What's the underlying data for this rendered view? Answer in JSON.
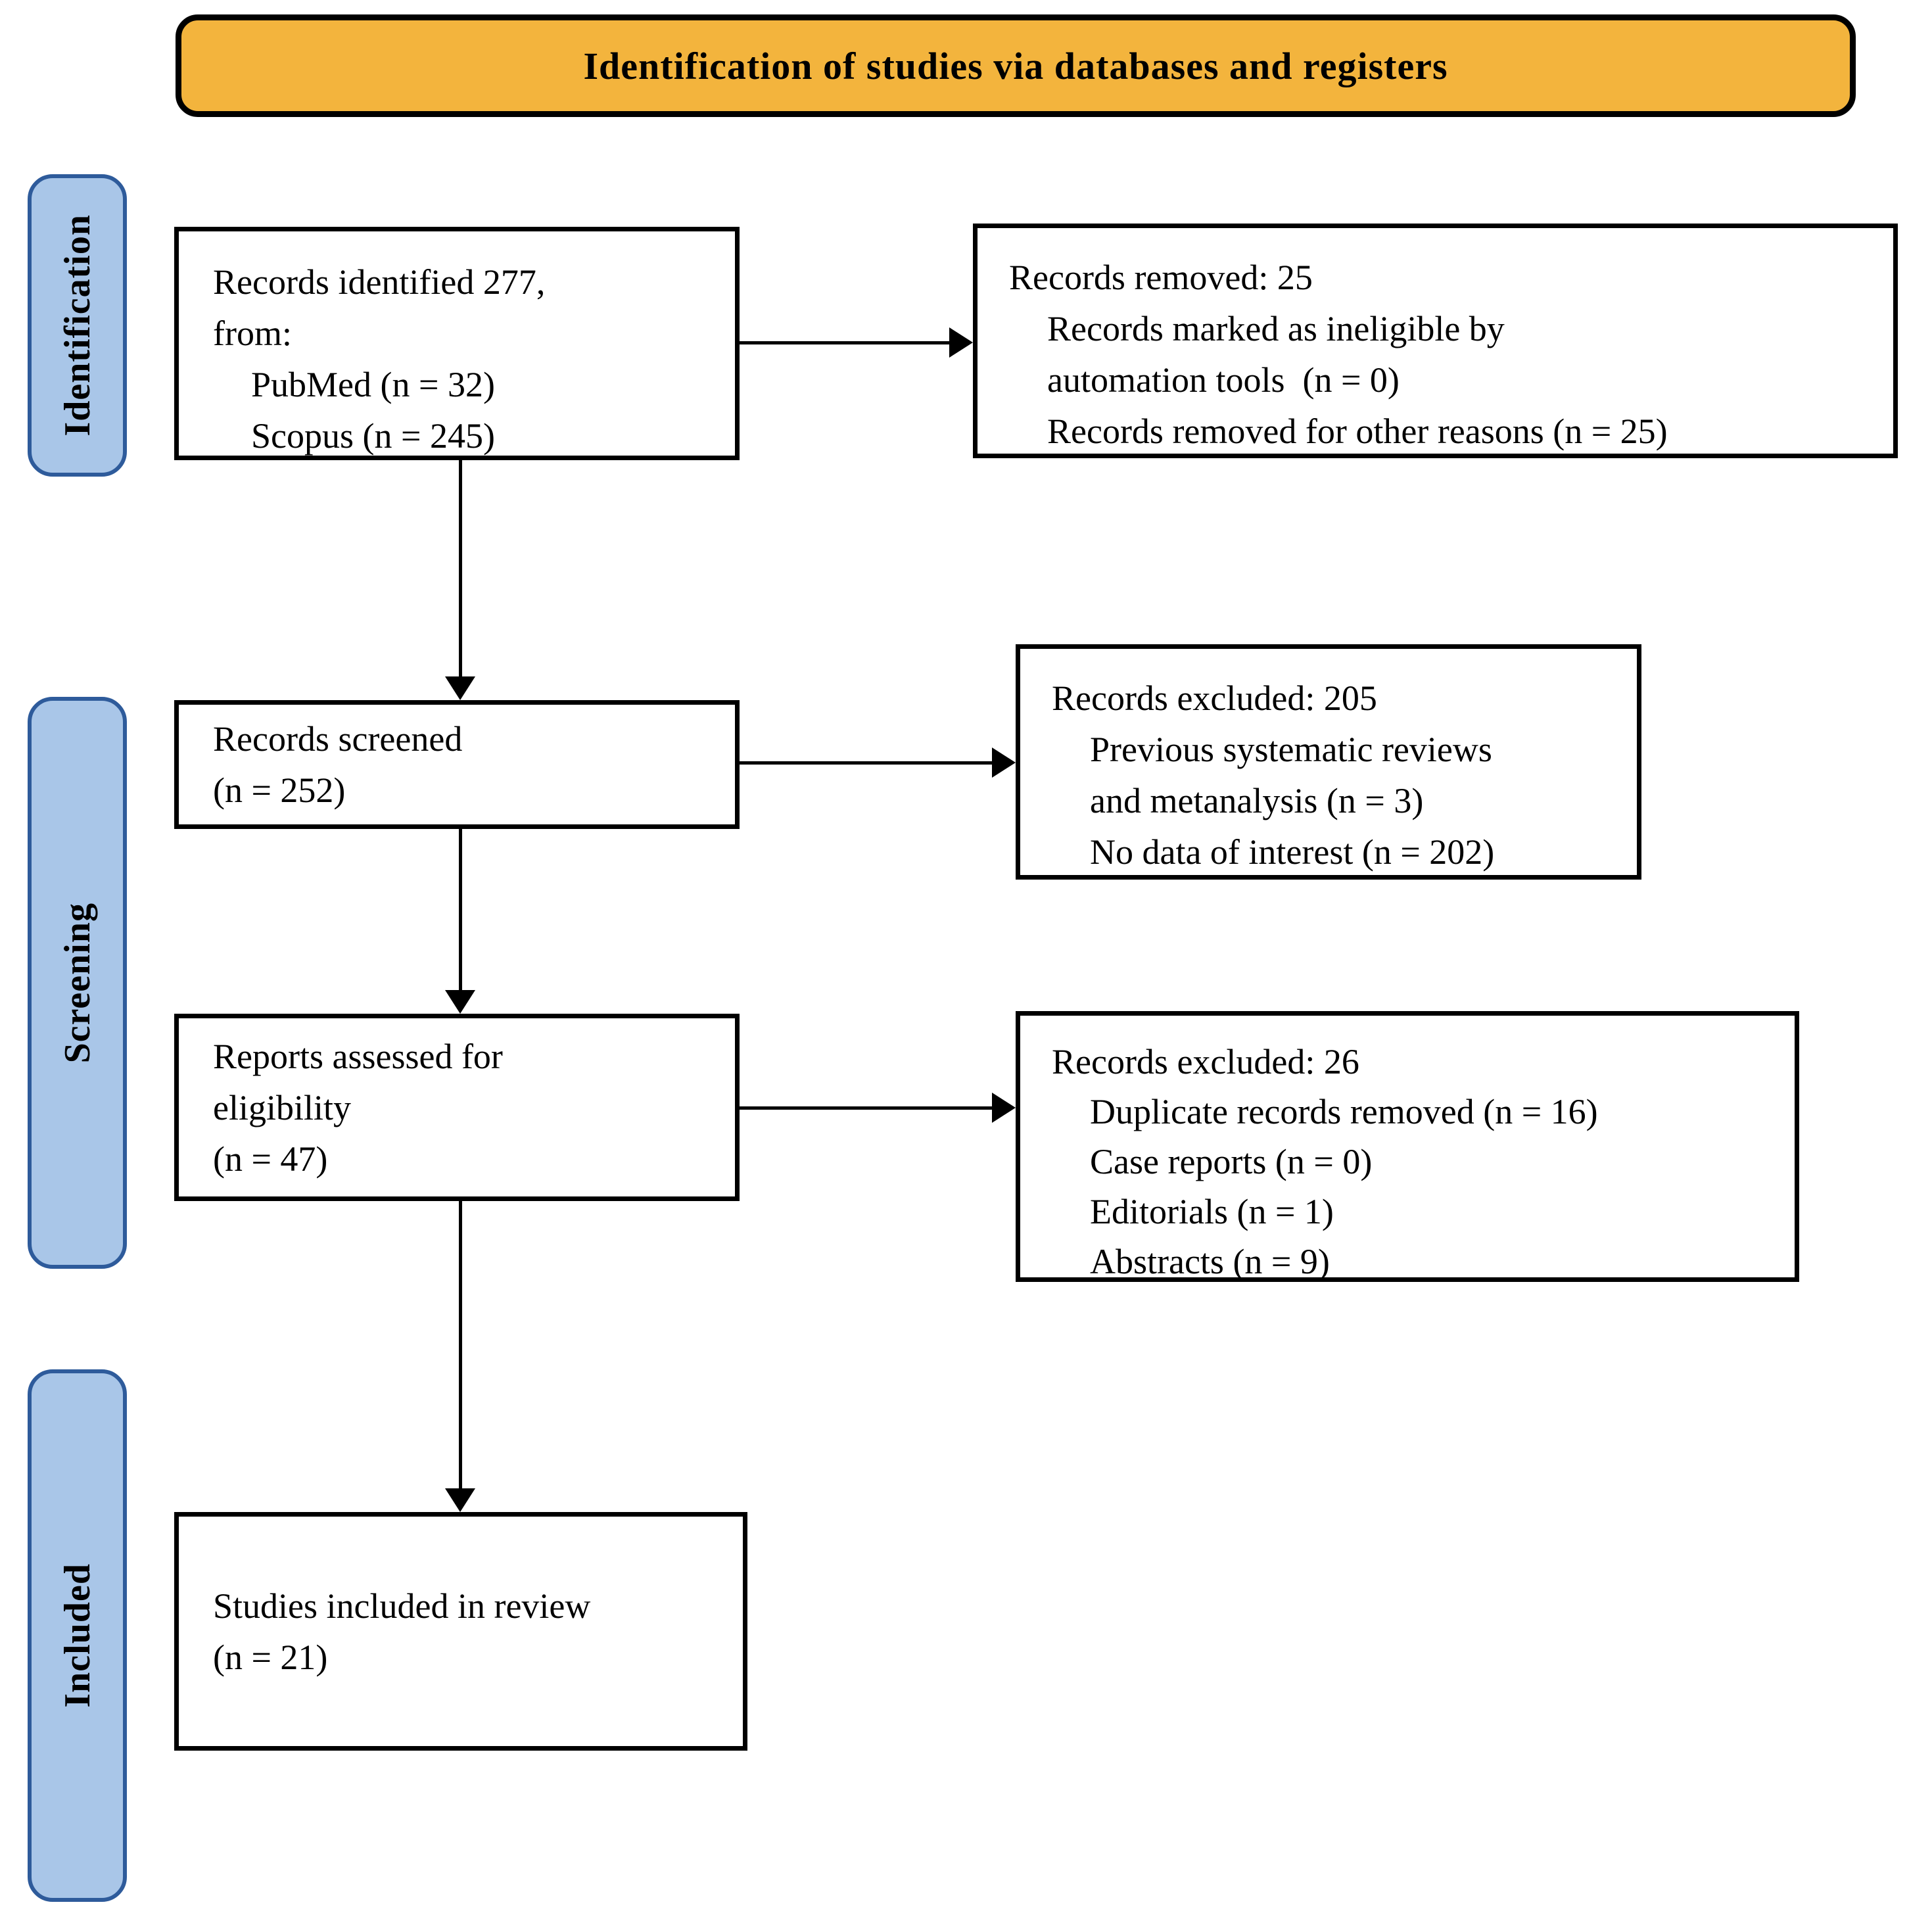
{
  "title_banner": {
    "text": "Identification of studies via databases and registers"
  },
  "sidebar": {
    "identification": "Identification",
    "screening": "Screening",
    "included": "Included"
  },
  "boxes": {
    "records_identified": {
      "lines": [
        "Records identified 277,",
        "from:",
        "PubMed (n = 32)",
        "Scopus (n = 245)"
      ]
    },
    "records_removed": {
      "lines": [
        "Records removed: 25",
        "Records marked as ineligible by",
        "automation tools  (n = 0)",
        "Records removed for other reasons (n = 25)"
      ]
    },
    "records_screened": {
      "lines": [
        "Records screened",
        "(n = 252)"
      ]
    },
    "records_excluded_screening": {
      "lines": [
        "Records excluded: 205",
        "Previous systematic reviews",
        "and metanalysis (n = 3)",
        "No data of interest (n = 202)"
      ]
    },
    "reports_assessed": {
      "lines": [
        "Reports assessed for",
        "eligibility",
        "(n = 47)"
      ]
    },
    "records_excluded_eligibility": {
      "lines": [
        "Records excluded: 26",
        "Duplicate records removed (n = 16)",
        "Case reports (n = 0)",
        "Editorials (n = 1)",
        "Abstracts (n = 9)"
      ]
    },
    "studies_included": {
      "lines": [
        "Studies included in review",
        "(n = 21)"
      ]
    }
  },
  "colors": {
    "banner_fill": "#F3B43D",
    "sidebar_fill": "#A9C6E8",
    "sidebar_border": "#2E5B9B",
    "box_border": "#000000",
    "text": "#000000"
  }
}
